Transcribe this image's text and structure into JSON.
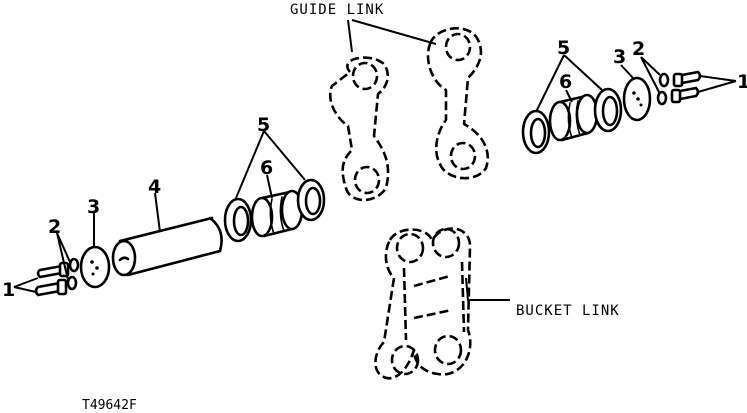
{
  "labels": {
    "guide_link": "GUIDE LINK",
    "bucket_link": "BUCKET LINK",
    "figure_code": "T49642F"
  },
  "callouts": {
    "n1": "1",
    "n2": "2",
    "n3": "3",
    "n4": "4",
    "n5": "5",
    "n6": "6"
  }
}
